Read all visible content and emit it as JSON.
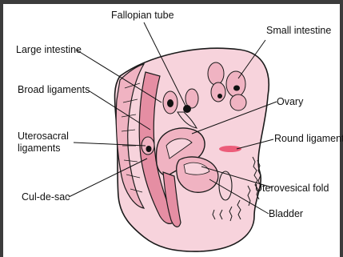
{
  "labels": {
    "fallopian_tube": "Fallopian tube",
    "small_intestine": "Small intestine",
    "large_intestine": "Large intestine",
    "broad_ligaments": "Broad ligaments",
    "ovary": "Ovary",
    "uterosacral_line1": "Uterosacral",
    "uterosacral_line2": "ligaments",
    "round_ligament": "Round ligament",
    "uterovesical_fold": "Uterovesical fold",
    "cul_de_sac": "Cul-de-sac",
    "bladder": "Bladder"
  },
  "colors": {
    "tissue_light": "#f7d3dc",
    "tissue_mid": "#f0b3c2",
    "tissue_dark": "#e58ea3",
    "outline": "#1a1a1a",
    "frame": "#3c3c3c",
    "accent_red": "#e8355a"
  }
}
